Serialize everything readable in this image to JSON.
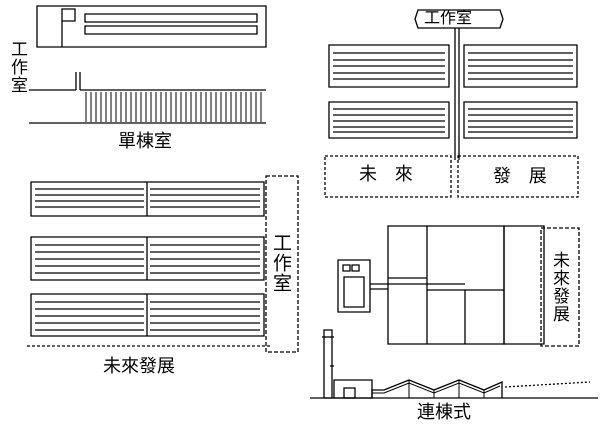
{
  "labels": {
    "single_workroom": "工作室",
    "single_title": "單棟室",
    "top_right_workroom": "工作室",
    "future_left": "未 來",
    "future_right": "發 展",
    "left_workroom": "工作室",
    "left_future": "未來發展",
    "connected_future": "未來發展",
    "connected_title": "連棟式"
  }
}
